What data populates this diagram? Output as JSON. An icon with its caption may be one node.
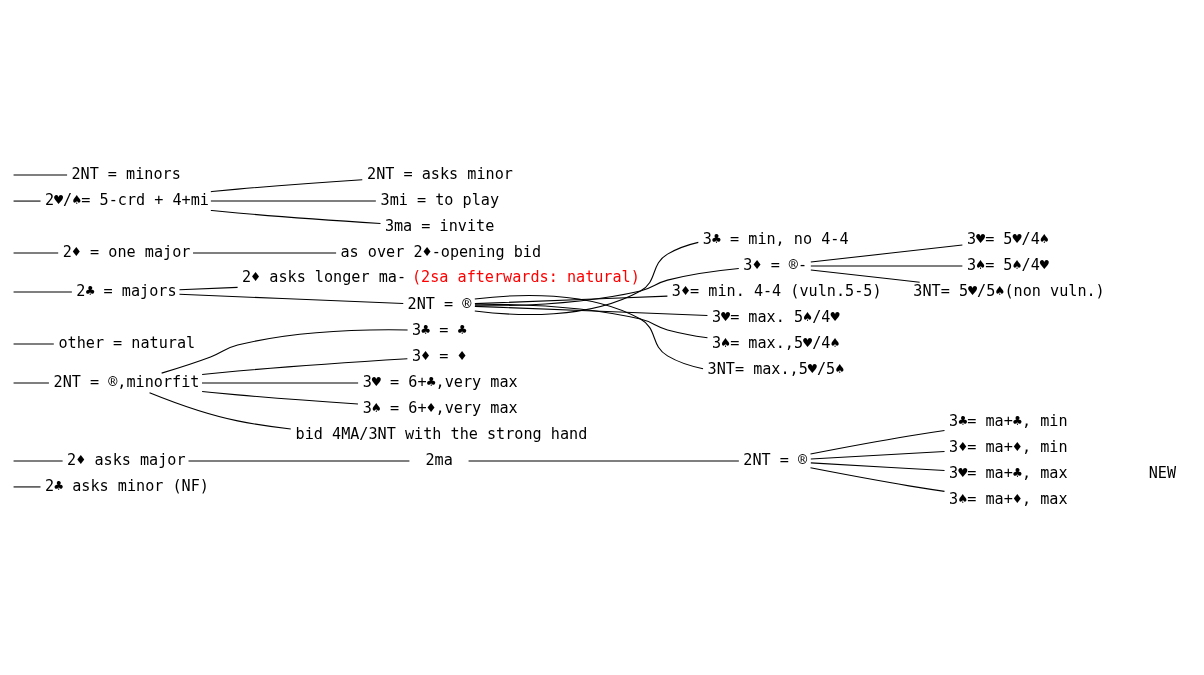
{
  "diagram": {
    "nodes": [
      {
        "text": [
          "2♣ asks minor (NF)"
        ]
      },
      {
        "text": [
          "2♦ asks major"
        ]
      },
      {
        "text": [
          "2ma"
        ]
      },
      {
        "text": [
          "2NT = ®"
        ]
      },
      {
        "text": [
          "3♣= ma+♣, min"
        ]
      },
      {
        "text": [
          "3♦= ma+♦, min"
        ]
      },
      {
        "text": [
          "3♥= ma+♣, max"
        ]
      },
      {
        "text": [
          "3♠= ma+♦, max"
        ]
      },
      {
        "text": [
          "2NT = ®,minorfit"
        ]
      },
      {
        "text": [
          "3♣ = ♣"
        ]
      },
      {
        "text": [
          "3♦ = ♦"
        ]
      },
      {
        "text": [
          "3♥ = 6+♣,very max"
        ]
      },
      {
        "text": [
          "3♠ = 6+♦,very max"
        ]
      },
      {
        "text": [
          "bid 4MA/3NT with the strong hand"
        ]
      },
      {
        "text": [
          "other = natural"
        ]
      },
      {
        "text": [
          "2♣ = majors"
        ]
      },
      {
        "text": [
          "2♦ asks longer ma-"
        ],
        "beside": [
          "(2sa afterwards: natural)"
        ]
      },
      {
        "text": [
          "2NT = ®"
        ]
      },
      {
        "text": [
          "3♣ = min, no 4-4"
        ]
      },
      {
        "text": [
          "3♦ = ®-"
        ]
      },
      {
        "text": [
          "3♥= 5♥/4♠"
        ]
      },
      {
        "text": [
          "3♠= 5♠/4♥"
        ]
      },
      {
        "text": [
          "3NT= 5♥/5♠(non vuln.)"
        ]
      },
      {
        "text": [
          "3♦= min. 4-4 (vuln.5-5)"
        ]
      },
      {
        "text": [
          "3♥= max. 5♠/4♥"
        ]
      },
      {
        "text": [
          "3♠= max.,5♥/4♠"
        ]
      },
      {
        "text": [
          "3NT= max.,5♥/5♠"
        ]
      },
      {
        "text": [
          "2♦ = one major"
        ]
      },
      {
        "text": [
          "as over 2♦-opening bid"
        ]
      },
      {
        "text": [
          "2♥/♠= 5-crd + 4+mi"
        ]
      },
      {
        "text": [
          "2NT = asks minor"
        ]
      },
      {
        "text": [
          "3mi = to play"
        ]
      },
      {
        "text": [
          "3ma = invite"
        ]
      },
      {
        "text": [
          "2NT = minors"
        ]
      }
    ],
    "edges": [
      {
        "from": null,
        "to": 0,
        "arrow": "none"
      },
      {
        "from": null,
        "to": 1,
        "arrow": "none"
      },
      {
        "from": null,
        "to": 8,
        "arrow": "none"
      },
      {
        "from": null,
        "to": 14,
        "arrow": "none"
      },
      {
        "from": 1,
        "to": 2,
        "arrow": "none"
      },
      {
        "from": 2,
        "to": 3,
        "arrow": "none"
      },
      {
        "from": 3,
        "to": 4,
        "arrow": "none"
      },
      {
        "from": 3,
        "to": 5,
        "arrow": "none"
      },
      {
        "from": 3,
        "to": 6,
        "arrow": "none"
      },
      {
        "from": 3,
        "to": 7,
        "arrow": "none"
      },
      {
        "from": 8,
        "to": 9,
        "arrow": "none"
      },
      {
        "from": 8,
        "to": 10,
        "arrow": "none"
      },
      {
        "from": 8,
        "to": 11,
        "arrow": "none"
      },
      {
        "from": 8,
        "to": 12,
        "arrow": "none"
      },
      {
        "from": 8,
        "to": 13,
        "arrow": "none"
      },
      {
        "from": null,
        "to": 15,
        "arrow": "none"
      },
      {
        "from": 15,
        "to": 16,
        "arrow": "none"
      },
      {
        "from": 15,
        "to": 17,
        "arrow": "none"
      },
      {
        "from": 17,
        "to": 18,
        "arrow": "none"
      },
      {
        "from": 17,
        "to": 19,
        "arrow": "none"
      },
      {
        "from": 19,
        "to": 20,
        "arrow": "none"
      },
      {
        "from": 19,
        "to": 21,
        "arrow": "none"
      },
      {
        "from": 19,
        "to": 22,
        "arrow": "none"
      },
      {
        "from": 17,
        "to": 23,
        "arrow": "none"
      },
      {
        "from": 17,
        "to": 24,
        "arrow": "none"
      },
      {
        "from": 17,
        "to": 25,
        "arrow": "none"
      },
      {
        "from": 17,
        "to": 26,
        "arrow": "none"
      },
      {
        "from": null,
        "to": 27,
        "arrow": "none"
      },
      {
        "from": 27,
        "to": 28,
        "arrow": "none"
      },
      {
        "from": null,
        "to": 29,
        "arrow": "none"
      },
      {
        "from": 29,
        "to": 30,
        "arrow": "none"
      },
      {
        "from": 29,
        "to": 31,
        "arrow": "none"
      },
      {
        "from": 29,
        "to": 32,
        "arrow": "none"
      },
      {
        "from": null,
        "to": 33,
        "arrow": "none"
      }
    ],
    "labels": [
      "NEW"
    ]
  }
}
